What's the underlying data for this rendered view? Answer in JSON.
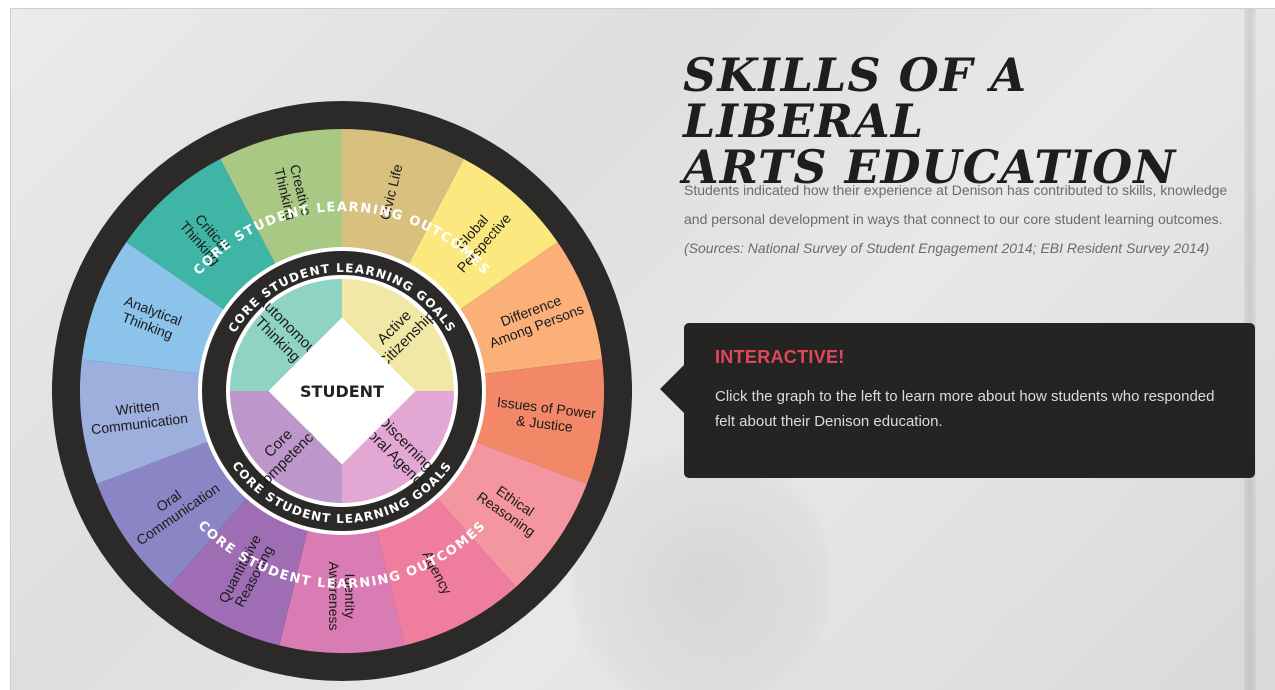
{
  "wheel": {
    "outer_ring_label": "CORE STUDENT LEARNING OUTCOMES",
    "inner_ring_label": "CORE STUDENT LEARNING GOALS",
    "center_label": "STUDENT",
    "goals": [
      {
        "lines": [
          "Autonomous",
          "Thinking"
        ],
        "color": "#8fd3c3"
      },
      {
        "lines": [
          "Active",
          "Citizenship"
        ],
        "color": "#f1e7a6"
      },
      {
        "lines": [
          "Discerning",
          "Moral Agency"
        ],
        "color": "#e3a7d3"
      },
      {
        "lines": [
          "Core",
          "Competencies"
        ],
        "color": "#bd96ca"
      }
    ],
    "outcomes": [
      {
        "lines": [
          "Civic Life"
        ],
        "color": "#d8c07e"
      },
      {
        "lines": [
          "Global",
          "Perspective"
        ],
        "color": "#fbe87e"
      },
      {
        "lines": [
          "Difference",
          "Among Persons"
        ],
        "color": "#fbb07a"
      },
      {
        "lines": [
          "Issues of Power",
          "& Justice"
        ],
        "color": "#f28868"
      },
      {
        "lines": [
          "Ethical",
          "Reasoning"
        ],
        "color": "#f4969f"
      },
      {
        "lines": [
          "Agency"
        ],
        "color": "#ef7e9e"
      },
      {
        "lines": [
          "Identity",
          "Awareness"
        ],
        "color": "#d97cb3"
      },
      {
        "lines": [
          "Quantitative",
          "Reasoning"
        ],
        "color": "#9e6db4"
      },
      {
        "lines": [
          "Oral",
          "Communication"
        ],
        "color": "#8a86c6"
      },
      {
        "lines": [
          "Written",
          "Communication"
        ],
        "color": "#9db0dd"
      },
      {
        "lines": [
          "Analytical",
          "Thinking"
        ],
        "color": "#8cc3ea"
      },
      {
        "lines": [
          "Critical",
          "Thinking"
        ],
        "color": "#3fb6a5"
      },
      {
        "lines": [
          "Creative",
          "Thinking"
        ],
        "color": "#a9c884"
      }
    ]
  },
  "title_line1": "SKILLS OF A LIBERAL",
  "title_line2": "ARTS EDUCATION",
  "description": "Students indicated how their experience at Denison has contributed to skills, knowledge and personal development in ways that connect to our core student learning outcomes.",
  "sources": "(Sources: National Survey of Student Engagement 2014; EBI Resident Survey 2014)",
  "callout": {
    "heading": "INTERACTIVE!",
    "body": "Click the graph to the left to learn more about how students who responded felt about their Denison education."
  }
}
